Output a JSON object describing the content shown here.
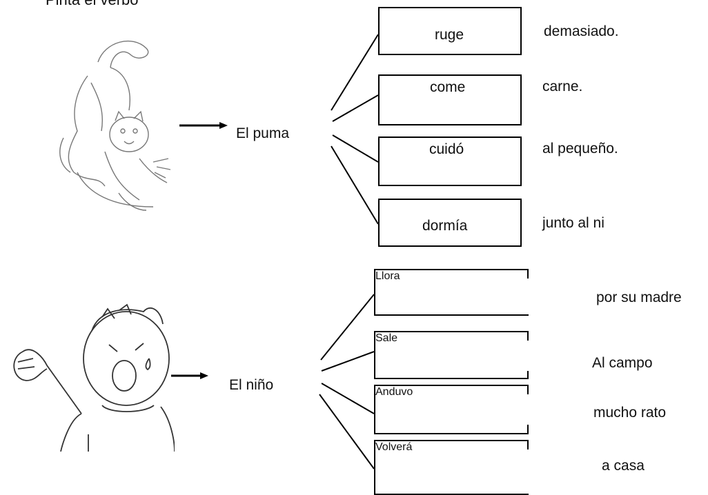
{
  "worksheet": {
    "instruction": "Pinta el verbo",
    "section_puma": {
      "subject": "El puma",
      "verbs": [
        "ruge",
        "come",
        "cuidó",
        "dormía"
      ],
      "complements": [
        "demasiado.",
        "carne.",
        "al pequeño.",
        "junto al ni"
      ]
    },
    "section_nino": {
      "subject": "El niño",
      "verbs": [
        "Llora",
        "Sale",
        "Anduvo",
        "Volverá"
      ],
      "complements": [
        "por su madre",
        "Al campo",
        "mucho rato",
        "a casa"
      ]
    }
  },
  "illustrations": {
    "puma_icon": "puma-drawing",
    "child_icon": "crying-child-drawing"
  }
}
